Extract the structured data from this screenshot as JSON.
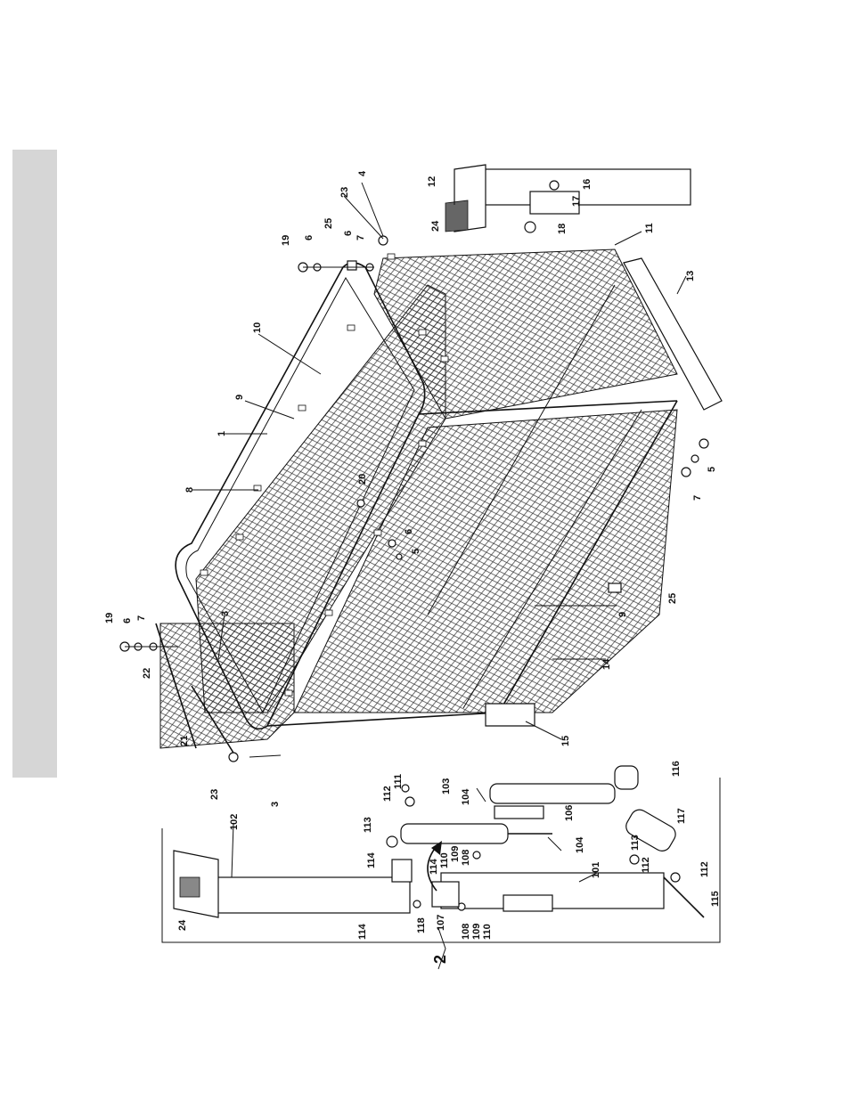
{
  "figure": {
    "sidebar_color": "#d6d6d6",
    "view_number": "2",
    "labels": {
      "l1": "1",
      "l3a": "3",
      "l3b": "3",
      "l4": "4",
      "l5a": "5",
      "l5b": "5",
      "l6a": "6",
      "l6b": "6",
      "l6c": "6",
      "l6d": "6",
      "l7a": "7",
      "l7b": "7",
      "l7c": "7",
      "l8": "8",
      "l9a": "9",
      "l9b": "9",
      "l10": "10",
      "l11": "11",
      "l12": "12",
      "l13": "13",
      "l14": "14",
      "l15": "15",
      "l16": "16",
      "l17": "17",
      "l18": "18",
      "l19a": "19",
      "l19b": "19",
      "l20": "20",
      "l21": "21",
      "l22": "22",
      "l23a": "23",
      "l23b": "23",
      "l24a": "24",
      "l24b": "24",
      "l25a": "25",
      "l25b": "25",
      "l101": "101",
      "l102": "102",
      "l103": "103",
      "l104a": "104",
      "l104b": "104",
      "l106": "106",
      "l107": "107",
      "l108a": "108",
      "l108b": "108",
      "l109a": "109",
      "l109b": "109",
      "l110a": "110",
      "l110b": "110",
      "l111": "111",
      "l112a": "112",
      "l112b": "112",
      "l112c": "112",
      "l113a": "113",
      "l113b": "113",
      "l114a": "114",
      "l114b": "114",
      "l114c": "114",
      "l115": "115",
      "l116": "116",
      "l117": "117",
      "l118": "118"
    }
  }
}
